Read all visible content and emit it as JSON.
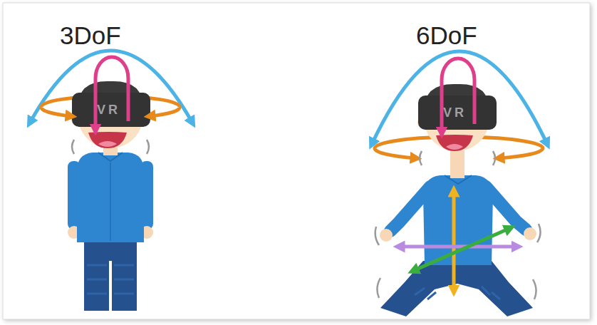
{
  "diagram": {
    "labels": [
      "3DoF",
      "6DoF",
      "VR",
      "VR"
    ]
  }
}
